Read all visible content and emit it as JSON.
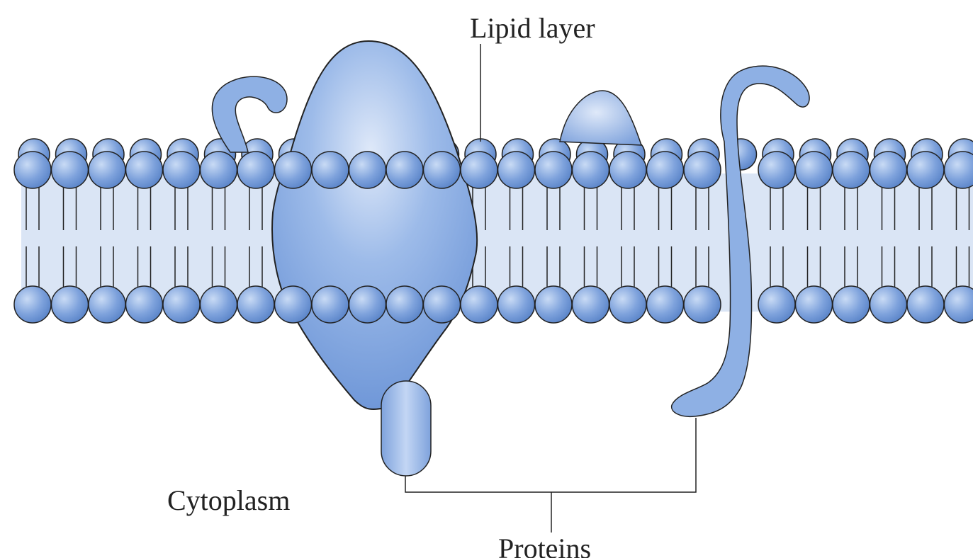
{
  "labels": {
    "lipid_layer": "Lipid layer",
    "cytoplasm": "Cytoplasm",
    "proteins": "Proteins"
  },
  "colors": {
    "head_light": "#c9dbf5",
    "head_dark": "#5b85c9",
    "protein_light": "#c3d6f4",
    "protein_mid": "#8eb0e4",
    "protein_dark": "#6a93d6",
    "tail_band": "#dae5f5",
    "outline": "#222222"
  }
}
